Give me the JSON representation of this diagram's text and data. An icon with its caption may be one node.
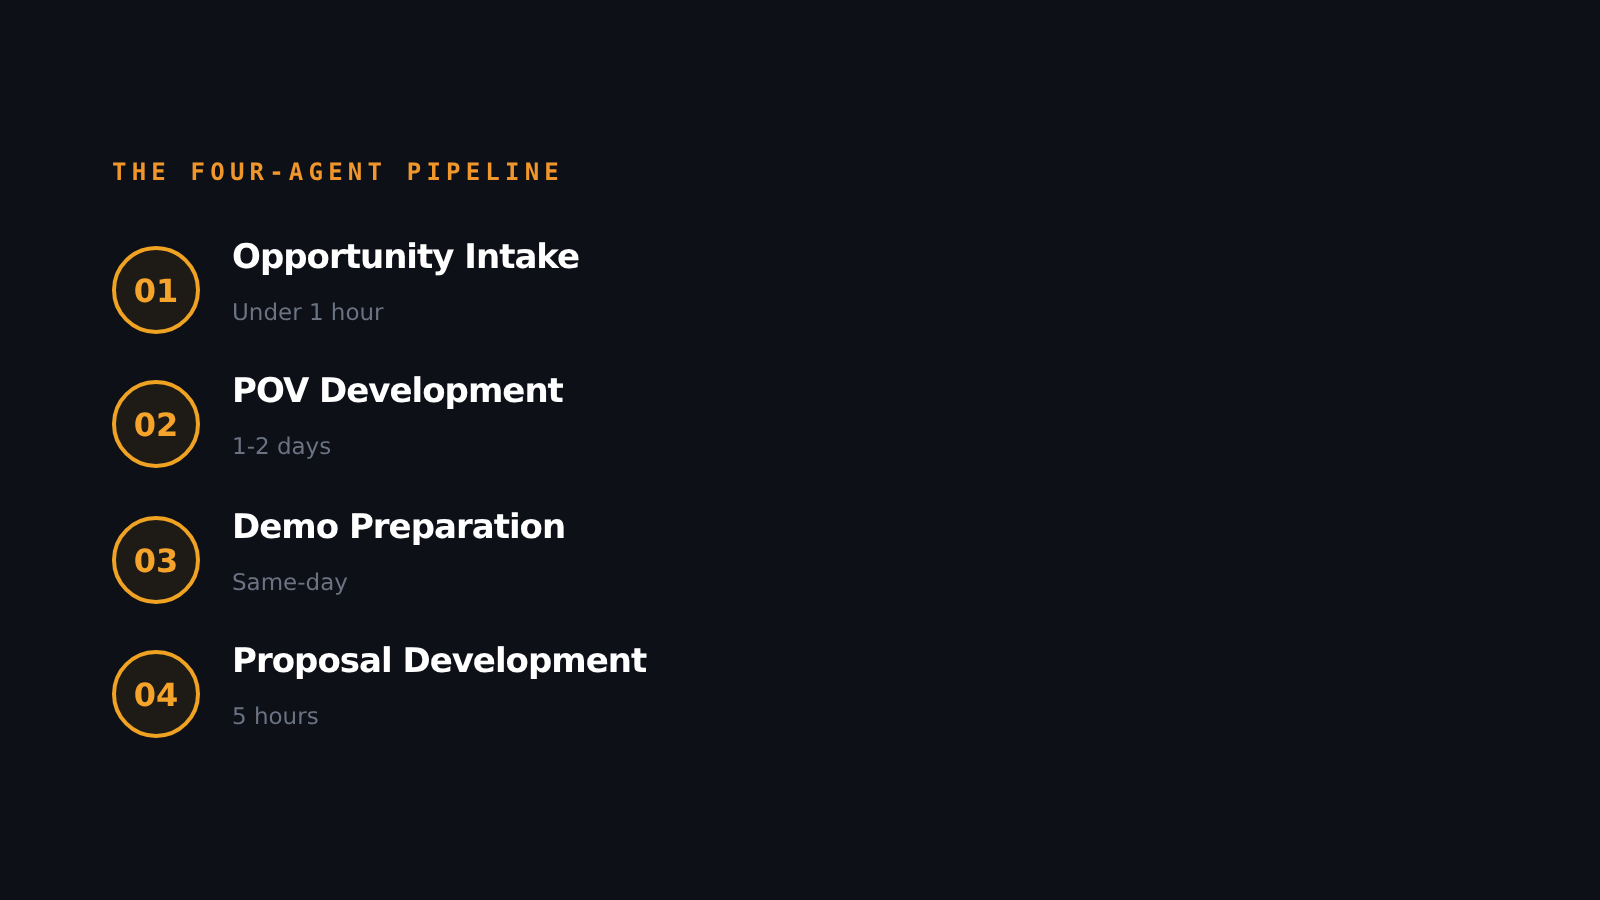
{
  "diagram": {
    "title": "THE FOUR-AGENT PIPELINE",
    "nodes": [
      {
        "text": [
          "01"
        ],
        "beside": [
          "Opportunity Intake",
          "Under 1 hour"
        ]
      },
      {
        "text": [
          "02"
        ],
        "beside": [
          "POV Development",
          "1-2 days"
        ]
      },
      {
        "text": [
          "03"
        ],
        "beside": [
          "Demo Preparation",
          "Same-day"
        ]
      },
      {
        "text": [
          "04"
        ],
        "beside": [
          "Proposal Development",
          "5 hours"
        ]
      }
    ],
    "edges": []
  }
}
